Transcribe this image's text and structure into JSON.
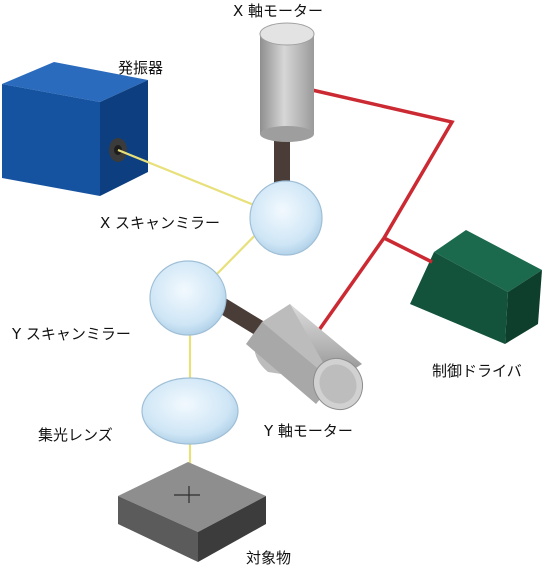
{
  "labels": {
    "oscillator": "発振器",
    "x_motor": "X 軸モーター",
    "x_scan_mirror": "X スキャンミラー",
    "y_scan_mirror": "Y スキャンミラー",
    "y_motor": "Y 軸モーター",
    "control_driver": "制御ドライバ",
    "focus_lens": "集光レンズ",
    "target": "対象物"
  },
  "colors": {
    "laser_beam": "#e8e07a",
    "control_wire": "#cc2a33",
    "oscillator_box": "#1553a0",
    "driver_box": "#13533c",
    "motor_gray": "#b9b9b9",
    "shaft": "#4a3d38",
    "mirror_blue": "#cfe6f6",
    "target_block": "#8e8e8e"
  }
}
